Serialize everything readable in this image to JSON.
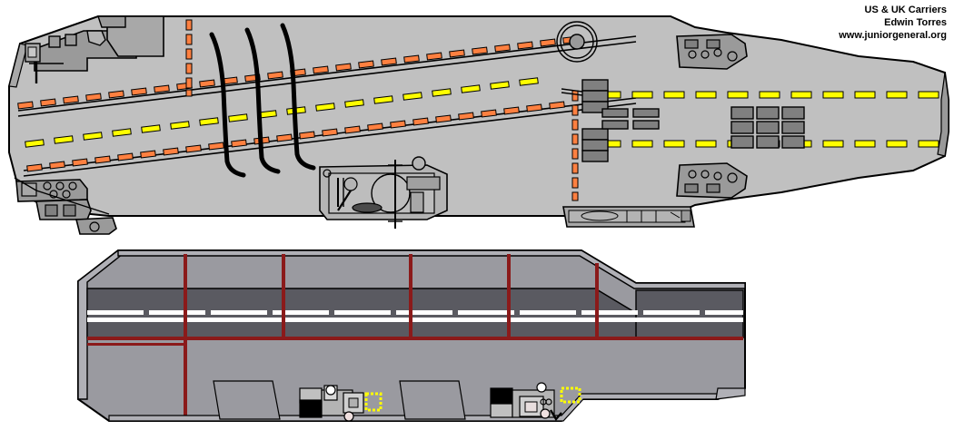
{
  "credits": {
    "line1": "US & UK Carriers",
    "line2": "Edwin Torres",
    "line3": "www.juniorgeneral.org"
  },
  "colors": {
    "deck_gray": "#c0c0c0",
    "deck_gray_dark": "#999999",
    "deck_gray_mid": "#a8a8a8",
    "outline": "#000000",
    "marking_orange": "#ff8040",
    "marking_yellow": "#ffff00",
    "profile_upper_gray": "#9a9aa0",
    "profile_band_dark": "#5a5a61",
    "profile_hull_gray": "#9a9aa0",
    "profile_red_line": "#8b1a1a",
    "profile_white_stripe": "#ffffff",
    "elevator_gray": "#808080",
    "white": "#ffffff",
    "black": "#000000"
  },
  "views": {
    "top_view": {
      "name": "aircraft-carrier-top-view",
      "description": "Aircraft carrier flight deck plan view with angled landing deck",
      "angled_deck_edge_markings_color": "#ff8040",
      "centerline_markings_color": "#ffff00",
      "arrestor_wire_count": 3,
      "elevator_count": 2,
      "aircraft_parking_grid": {
        "rows": 3,
        "cols": 3
      },
      "island_position": "port-center",
      "sponson_count": 4
    },
    "profile_view": {
      "name": "aircraft-carrier-profile-view",
      "description": "Aircraft carrier side profile with hangar deck band",
      "hull_divider_line_color": "#8b1a1a",
      "deck_stripe_color": "#ffffff",
      "vertical_frame_lines": 4,
      "deck_equipment_items": 2
    }
  }
}
